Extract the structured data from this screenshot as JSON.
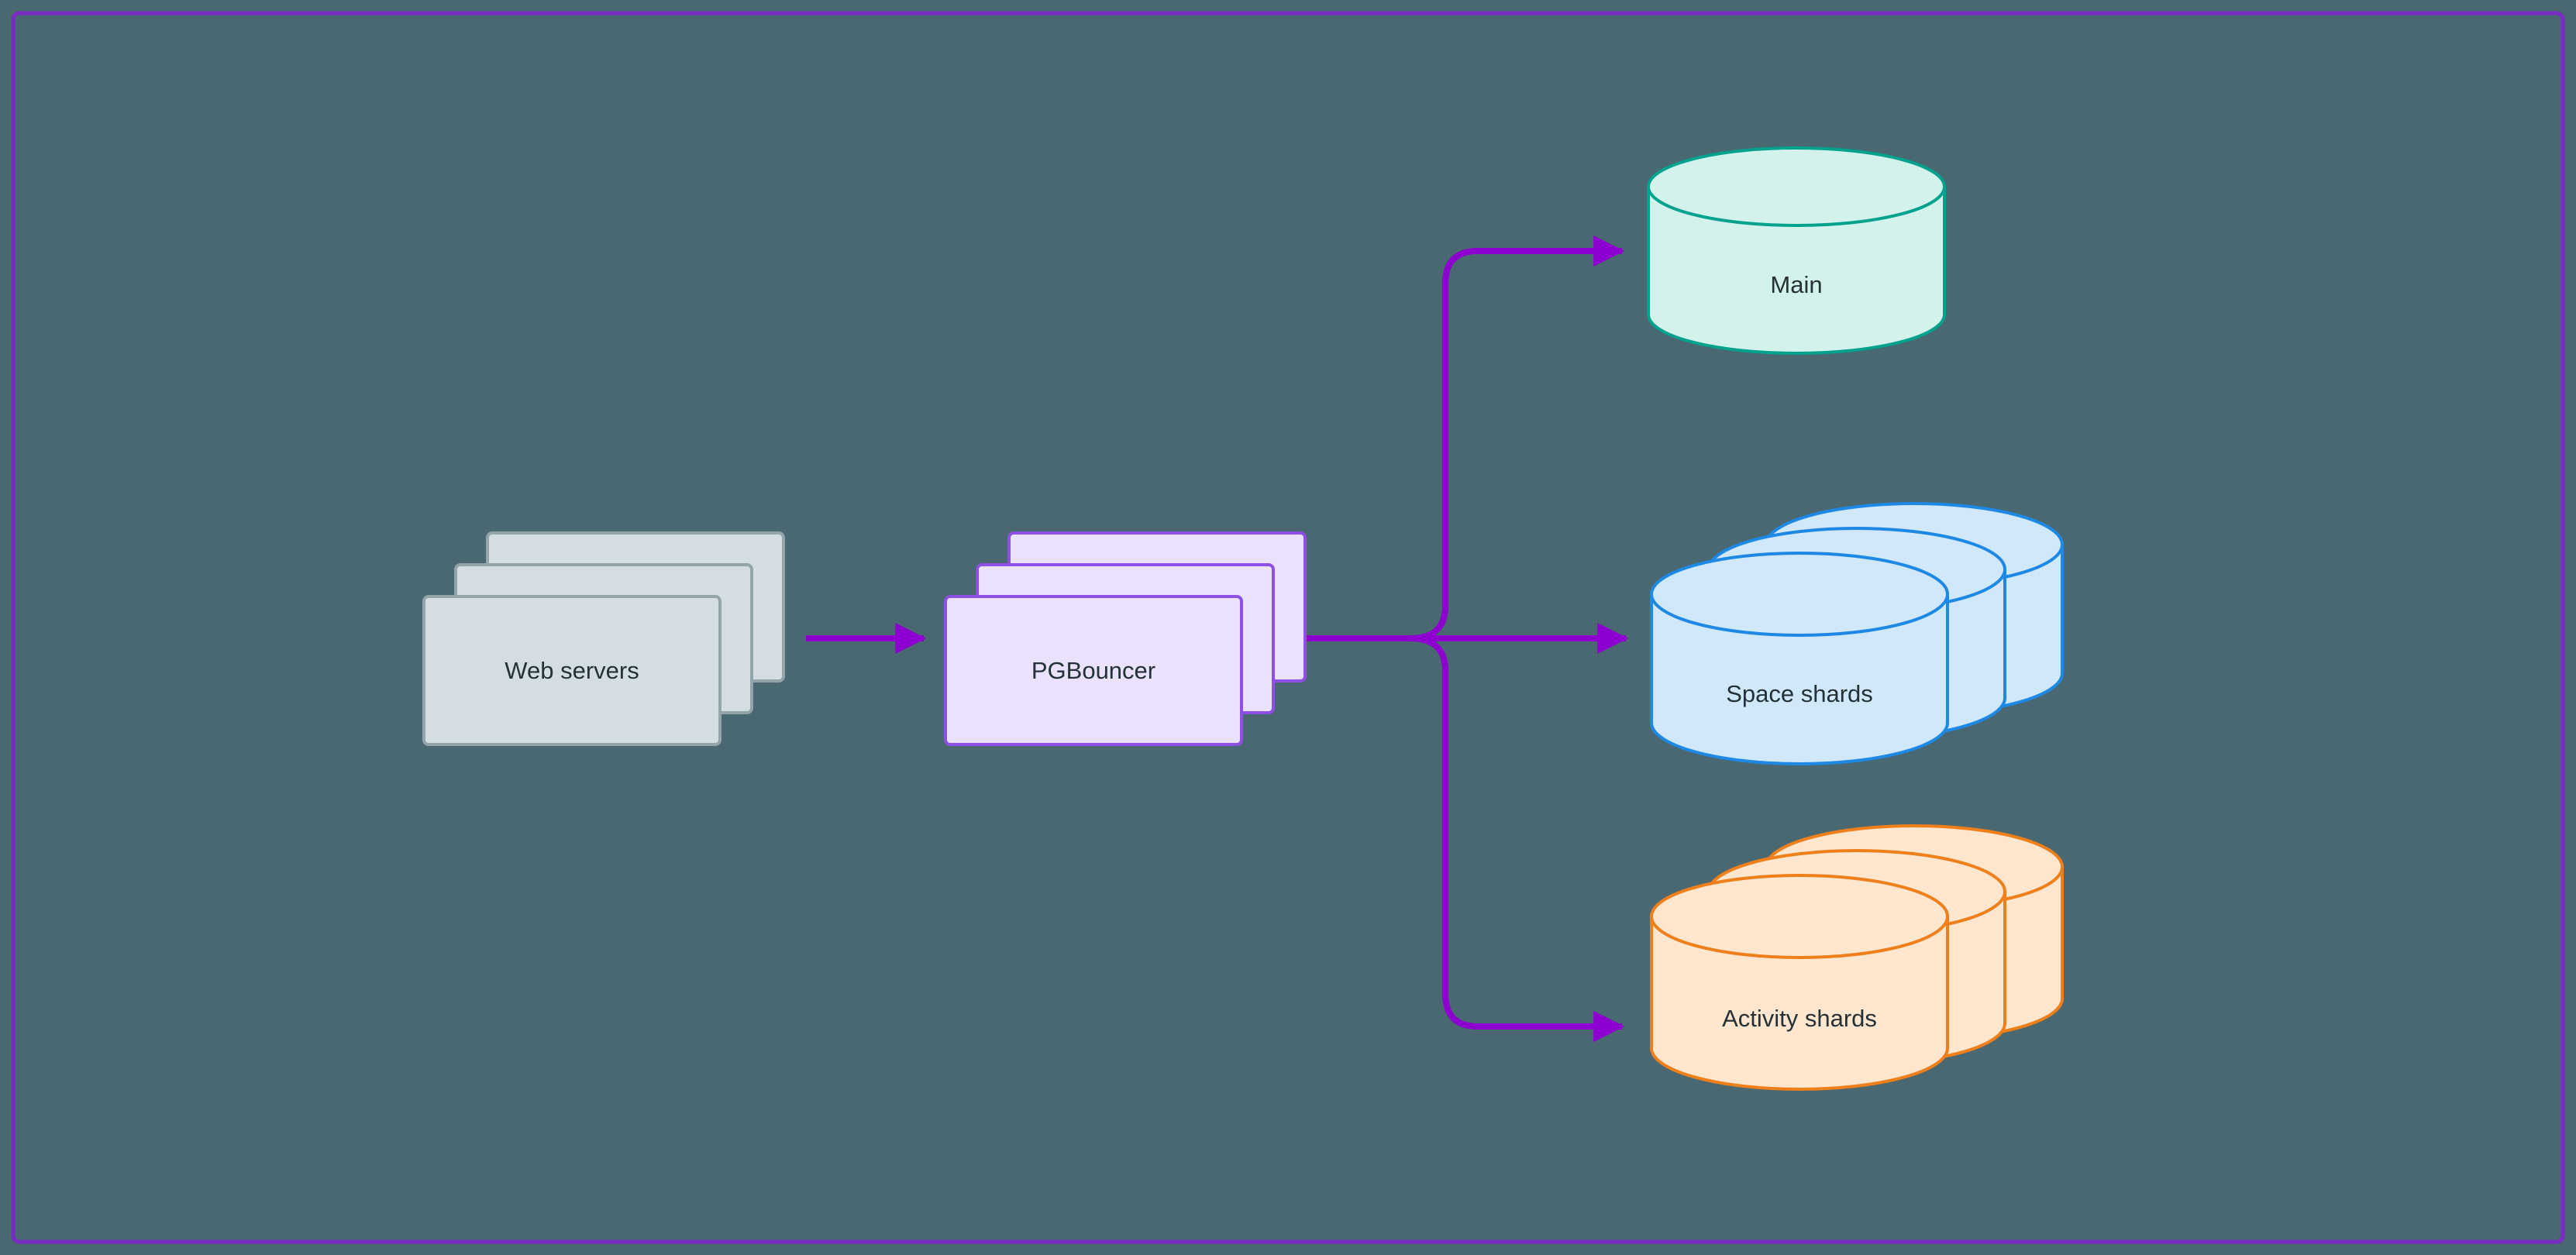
{
  "diagram": {
    "type": "architecture-flow",
    "background_color": "#4a6871",
    "border_color": "#7a2bc4",
    "arrow_color": "#8d00cf",
    "text_color": "#243137",
    "nodes": {
      "web_servers": {
        "label": "Web servers",
        "shape": "stacked-rectangles",
        "count": 3,
        "fill": "#d4dee2",
        "stroke": "#93a4aa"
      },
      "pgbouncer": {
        "label": "PGBouncer",
        "shape": "stacked-rectangles",
        "count": 3,
        "fill": "#eae1fc",
        "stroke": "#8e4fe3"
      },
      "main": {
        "label": "Main",
        "shape": "cylinder",
        "count": 1,
        "fill": "#d4f2ec",
        "stroke": "#00a28e"
      },
      "space_shards": {
        "label": "Space shards",
        "shape": "stacked-cylinders",
        "count": 3,
        "fill": "#d0e8f9",
        "stroke": "#1e88e5"
      },
      "activity_shards": {
        "label": "Activity shards",
        "shape": "stacked-cylinders",
        "count": 3,
        "fill": "#ffe6ce",
        "stroke": "#ee7f1a"
      }
    },
    "edges": [
      {
        "from": "web_servers",
        "to": "pgbouncer"
      },
      {
        "from": "pgbouncer",
        "to": "main"
      },
      {
        "from": "pgbouncer",
        "to": "space_shards"
      },
      {
        "from": "pgbouncer",
        "to": "activity_shards"
      }
    ]
  }
}
